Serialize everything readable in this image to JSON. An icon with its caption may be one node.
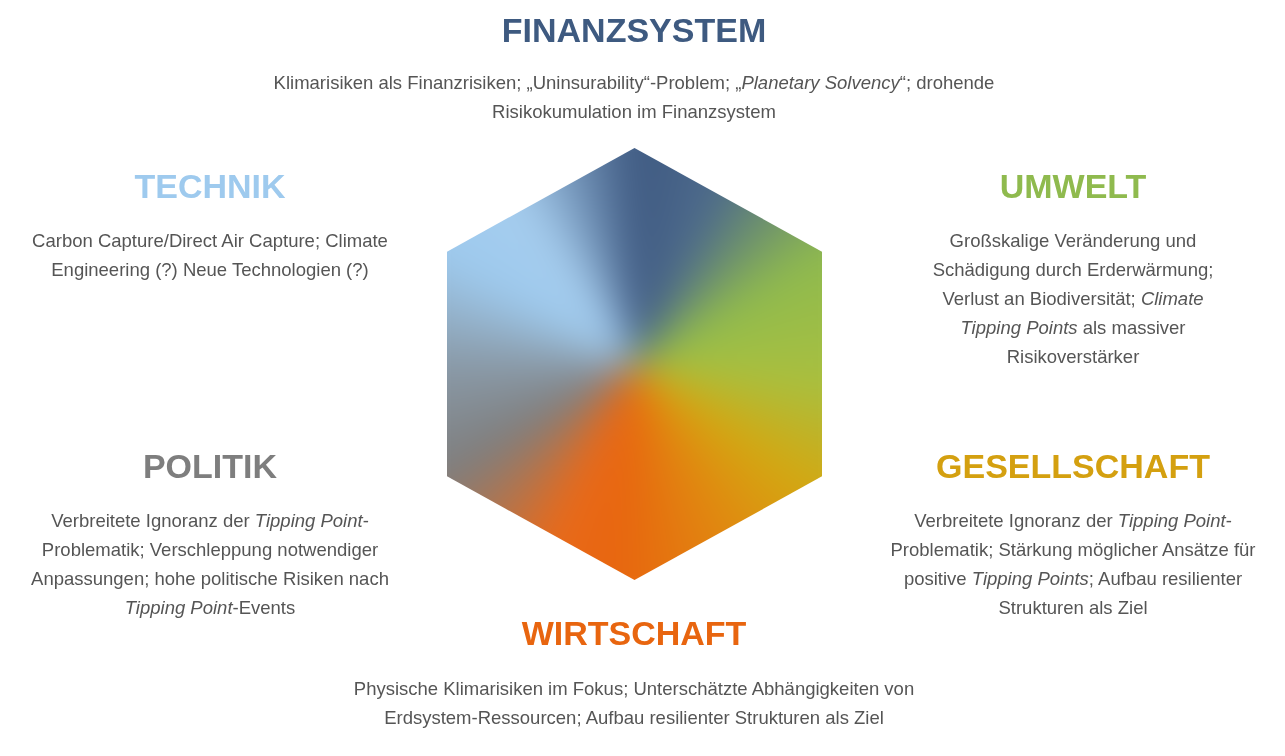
{
  "diagram": {
    "labels": [
      "FINANZSYSTEM",
      "Klimarisiken als Finanzrisiken; „Uninsurability“-Problem; „*Planetary Solvency*“; drohende Risikokumulation im Finanzsystem",
      "TECHNIK",
      "Carbon Capture/Direct Air Capture; Climate Engineering (?) Neue Technologien (?)",
      "UMWELT",
      "Großskalige Veränderung und Schädigung durch Erderwärmung; Verlust an Biodiversität; *Climate Tipping Points* als massiver Risikoverstärker",
      "POLITIK",
      "Verbreitete Ignoranz der *Tipping Point*-Problematik; Verschleppung notwendiger Anpassungen; hohe politische Risiken nach *Tipping Point*-Events",
      "GESELLSCHAFT",
      "Verbreitete Ignoranz der *Tipping Point*-Problematik; Stärkung möglicher Ansätze für positive *Tipping Points*; Aufbau resilienter Strukturen als Ziel",
      "WIRTSCHAFT",
      "Physische Klimarisiken im Fokus; Unterschätzte Abhängigkeiten von Erdsystem-Ressourcen; Aufbau resilienter Strukturen als Ziel"
    ]
  }
}
